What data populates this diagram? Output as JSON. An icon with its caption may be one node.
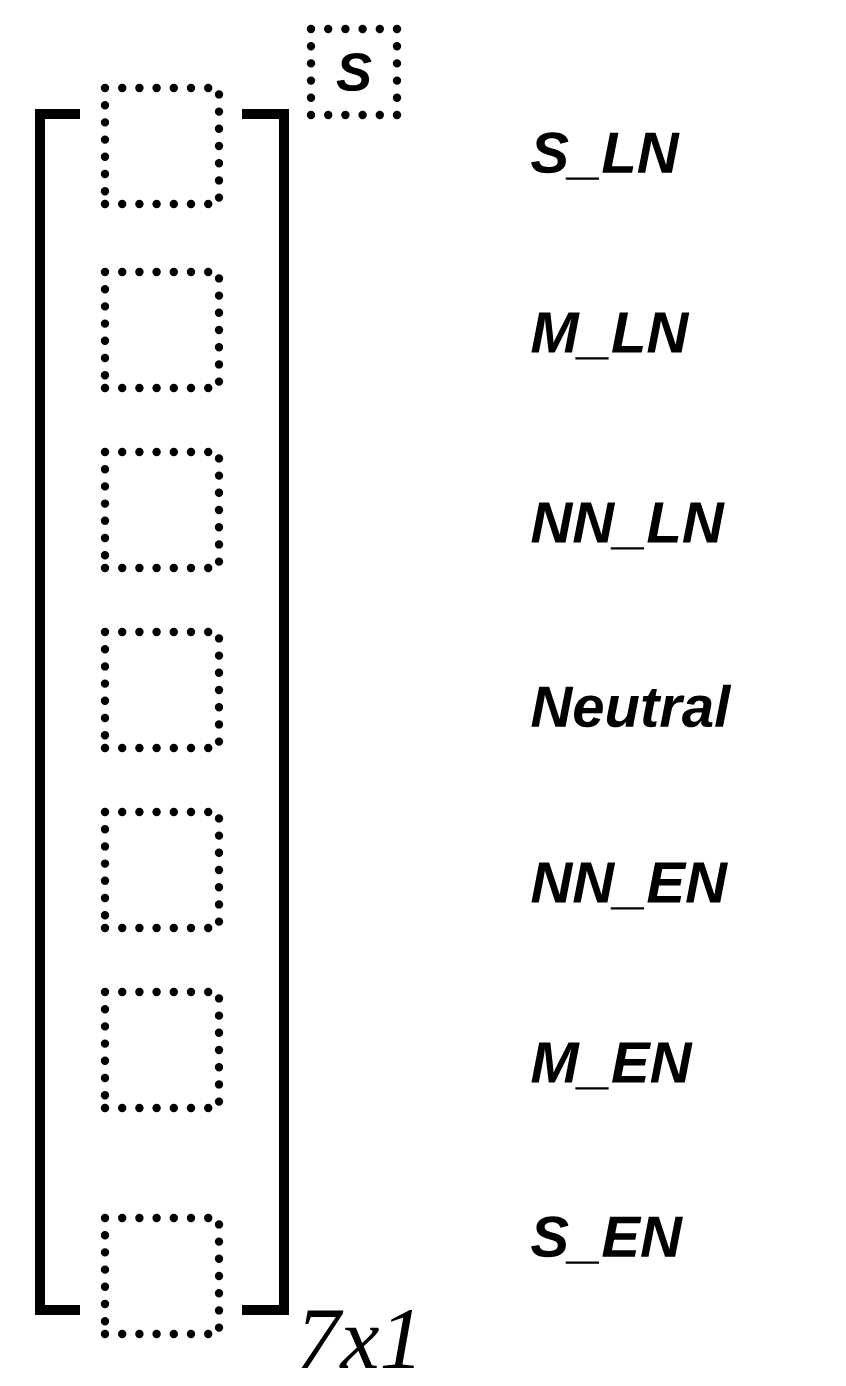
{
  "diagram": {
    "nodes": [
      {
        "text": [
          "S"
        ]
      },
      {
        "text": [],
        "shape": "box"
      },
      {
        "text": [],
        "shape": "box"
      },
      {
        "text": [],
        "shape": "box"
      },
      {
        "text": [],
        "shape": "box"
      },
      {
        "text": [],
        "shape": "box"
      },
      {
        "text": [],
        "shape": "box"
      },
      {
        "text": [],
        "shape": "box"
      }
    ],
    "labels": [
      "S_LN",
      "M_LN",
      "NN_LN",
      "Neutral",
      "NN_EN",
      "M_EN",
      "S_EN",
      "7x1"
    ]
  }
}
